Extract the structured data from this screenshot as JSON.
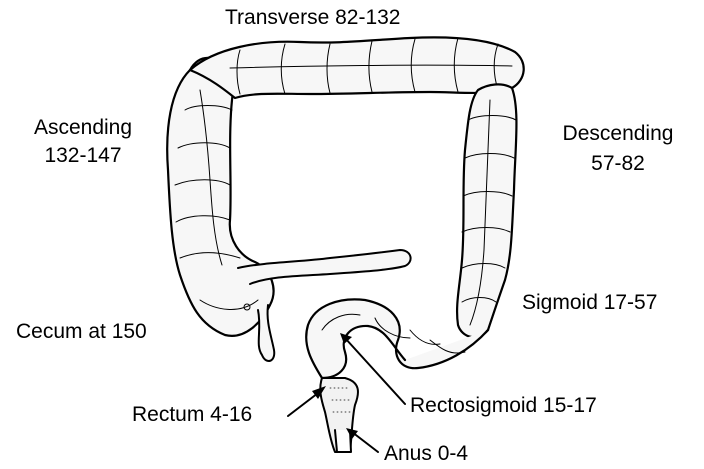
{
  "labels": {
    "transverse": "Transverse  82-132",
    "ascending_name": "Ascending",
    "ascending_range": "132-147",
    "descending_name": "Descending",
    "descending_range": "57-82",
    "sigmoid": "Sigmoid  17-57",
    "cecum": "Cecum at 150",
    "rectosigmoid": "Rectosigmoid  15-17",
    "rectum": "Rectum  4-16",
    "anus": "Anus  0-4"
  },
  "colors": {
    "ink": "#000000",
    "background": "#ffffff",
    "tissue": "#f4f4f4"
  }
}
